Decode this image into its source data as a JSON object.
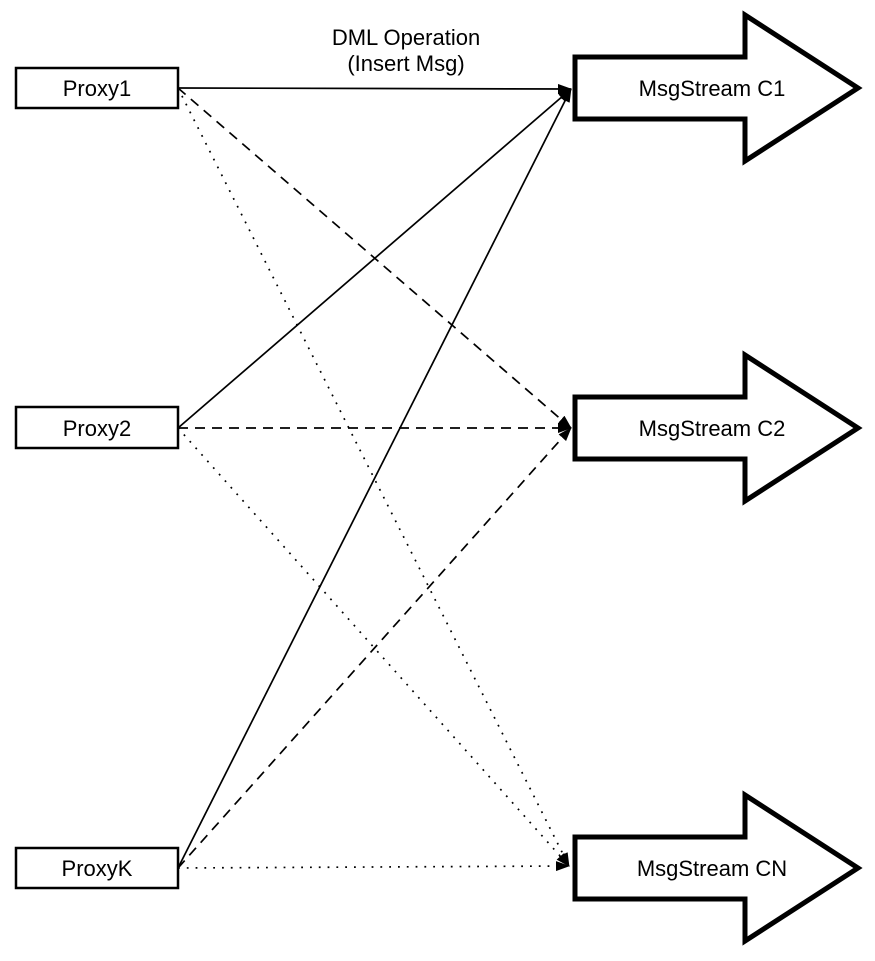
{
  "diagram": {
    "title_lines": [
      "DML Operation",
      "(Insert Msg)"
    ],
    "proxies": [
      {
        "id": "proxy1",
        "label": "Proxy1"
      },
      {
        "id": "proxy2",
        "label": "Proxy2"
      },
      {
        "id": "proxyk",
        "label": "ProxyK"
      }
    ],
    "streams": [
      {
        "id": "c1",
        "label": "MsgStream C1"
      },
      {
        "id": "c2",
        "label": "MsgStream C2"
      },
      {
        "id": "cn",
        "label": "MsgStream CN"
      }
    ],
    "edges": [
      {
        "from": "proxy1",
        "to": "c1",
        "style": "solid"
      },
      {
        "from": "proxy1",
        "to": "c2",
        "style": "dashed"
      },
      {
        "from": "proxy1",
        "to": "cn",
        "style": "dotted"
      },
      {
        "from": "proxy2",
        "to": "c1",
        "style": "solid"
      },
      {
        "from": "proxy2",
        "to": "c2",
        "style": "dashed"
      },
      {
        "from": "proxy2",
        "to": "cn",
        "style": "dotted"
      },
      {
        "from": "proxyk",
        "to": "c1",
        "style": "solid"
      },
      {
        "from": "proxyk",
        "to": "c2",
        "style": "dashed"
      },
      {
        "from": "proxyk",
        "to": "cn",
        "style": "dotted"
      }
    ],
    "colors": {
      "stroke": "#000000",
      "fill": "#ffffff",
      "background": "#ffffff"
    }
  }
}
